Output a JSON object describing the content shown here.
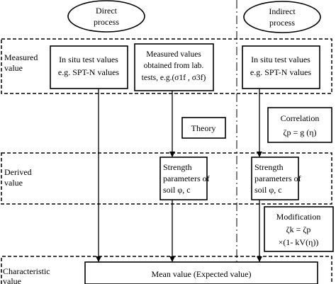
{
  "headers": {
    "direct": [
      "Direct",
      "process"
    ],
    "indirect": [
      "Indirect",
      "process"
    ]
  },
  "zones": {
    "measured": [
      "Measured",
      "value"
    ],
    "derived": [
      "Derived",
      "value"
    ],
    "characteristic": [
      "Characteristic",
      "value"
    ]
  },
  "boxes": {
    "insitu_direct": [
      "In situ test values",
      "e.g. SPT-N values"
    ],
    "lab_values": [
      "Measured values",
      "obtained from lab.",
      "tests, e.g.(σ1f , σ3f)"
    ],
    "insitu_indirect": [
      "In situ test values",
      "e.g. SPT-N values"
    ],
    "theory": "Theory",
    "correlation": [
      "Correlation",
      "ζp = g (η)"
    ],
    "strength_direct": [
      "Strength",
      "parameters of",
      "soil φ, c"
    ],
    "strength_indirect": [
      "Strength",
      "parameters of",
      "soil φ, c"
    ],
    "modification": [
      "Modification",
      "ζk = ζp",
      "×(1- kV(η))"
    ],
    "mean_value": "Mean value (Expected value)"
  }
}
